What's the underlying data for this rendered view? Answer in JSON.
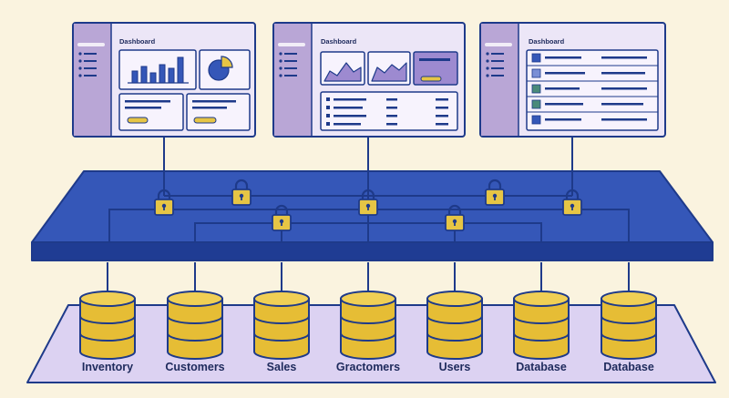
{
  "colors": {
    "background": "#faf3df",
    "navy": "#1e3a8a",
    "platform": "#3557b8",
    "platform_edge": "#1f3c93",
    "window_fill": "#ece6f7",
    "sidebar_fill": "#b9a6d6",
    "cylinder": "#e6bd35",
    "lock": "#e6c545",
    "floor": "#dcd2f2"
  },
  "dashboards": [
    {
      "title": "Dashboard",
      "content": "bar-and-pie-charts"
    },
    {
      "title": "Dashboard",
      "content": "area-charts-and-list"
    },
    {
      "title": "Dashboard",
      "content": "data-table"
    }
  ],
  "locks": [
    {
      "icon": "padlock-icon"
    },
    {
      "icon": "padlock-icon"
    },
    {
      "icon": "padlock-icon"
    },
    {
      "icon": "padlock-icon"
    },
    {
      "icon": "padlock-icon"
    },
    {
      "icon": "padlock-icon"
    },
    {
      "icon": "padlock-icon"
    }
  ],
  "databases": [
    {
      "label": "Inventory"
    },
    {
      "label": "Customers"
    },
    {
      "label": "Sales"
    },
    {
      "label": "Gractomers"
    },
    {
      "label": "Users"
    },
    {
      "label": "Database"
    },
    {
      "label": "Database"
    }
  ]
}
